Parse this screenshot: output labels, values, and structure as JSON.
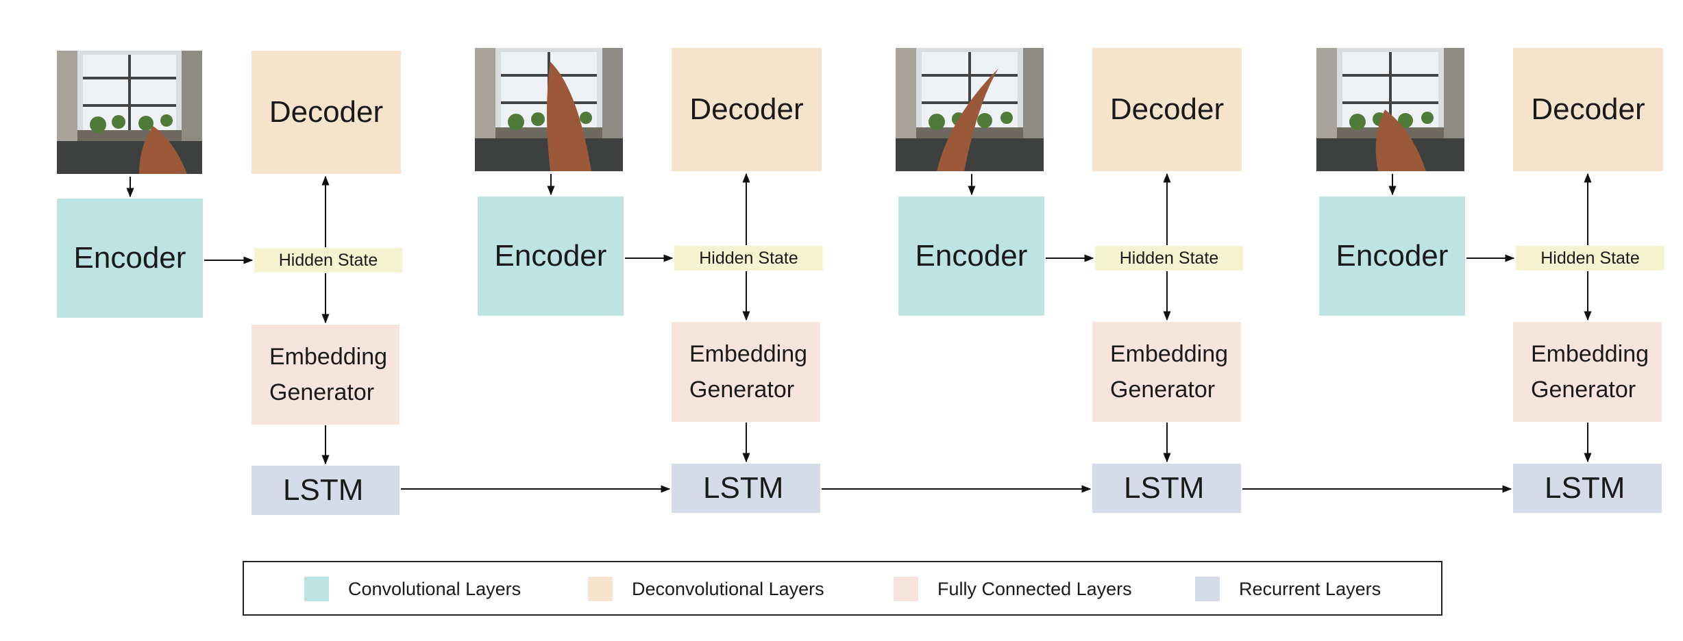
{
  "diagram": {
    "steps": [
      {
        "encoder": "Encoder",
        "decoder": "Decoder",
        "hidden": "Hidden State",
        "embedding": [
          "Embedding",
          "Generator"
        ],
        "lstm": "LSTM",
        "frame": "frame-1-image"
      },
      {
        "encoder": "Encoder",
        "decoder": "Decoder",
        "hidden": "Hidden State",
        "embedding": [
          "Embedding",
          "Generator"
        ],
        "lstm": "LSTM",
        "frame": "frame-2-image"
      },
      {
        "encoder": "Encoder",
        "decoder": "Decoder",
        "hidden": "Hidden State",
        "embedding": [
          "Embedding",
          "Generator"
        ],
        "lstm": "LSTM",
        "frame": "frame-3-image"
      },
      {
        "encoder": "Encoder",
        "decoder": "Decoder",
        "hidden": "Hidden State",
        "embedding": [
          "Embedding",
          "Generator"
        ],
        "lstm": "LSTM",
        "frame": "frame-4-image"
      }
    ],
    "colors": {
      "convolutional": "#bde3e2",
      "deconvolutional": "#f5e3cc",
      "fully_connected": "#f6e4dd",
      "recurrent": "#d5dbe8",
      "hidden_state": "#f6f3d0"
    }
  },
  "legend": {
    "items": [
      {
        "label": "Convolutional Layers",
        "color": "#bde3e2"
      },
      {
        "label": "Deconvolutional Layers",
        "color": "#f5e3cc"
      },
      {
        "label": "Fully Connected Layers",
        "color": "#f6e4dd"
      },
      {
        "label": "Recurrent Layers",
        "color": "#d5dbe8"
      }
    ]
  }
}
